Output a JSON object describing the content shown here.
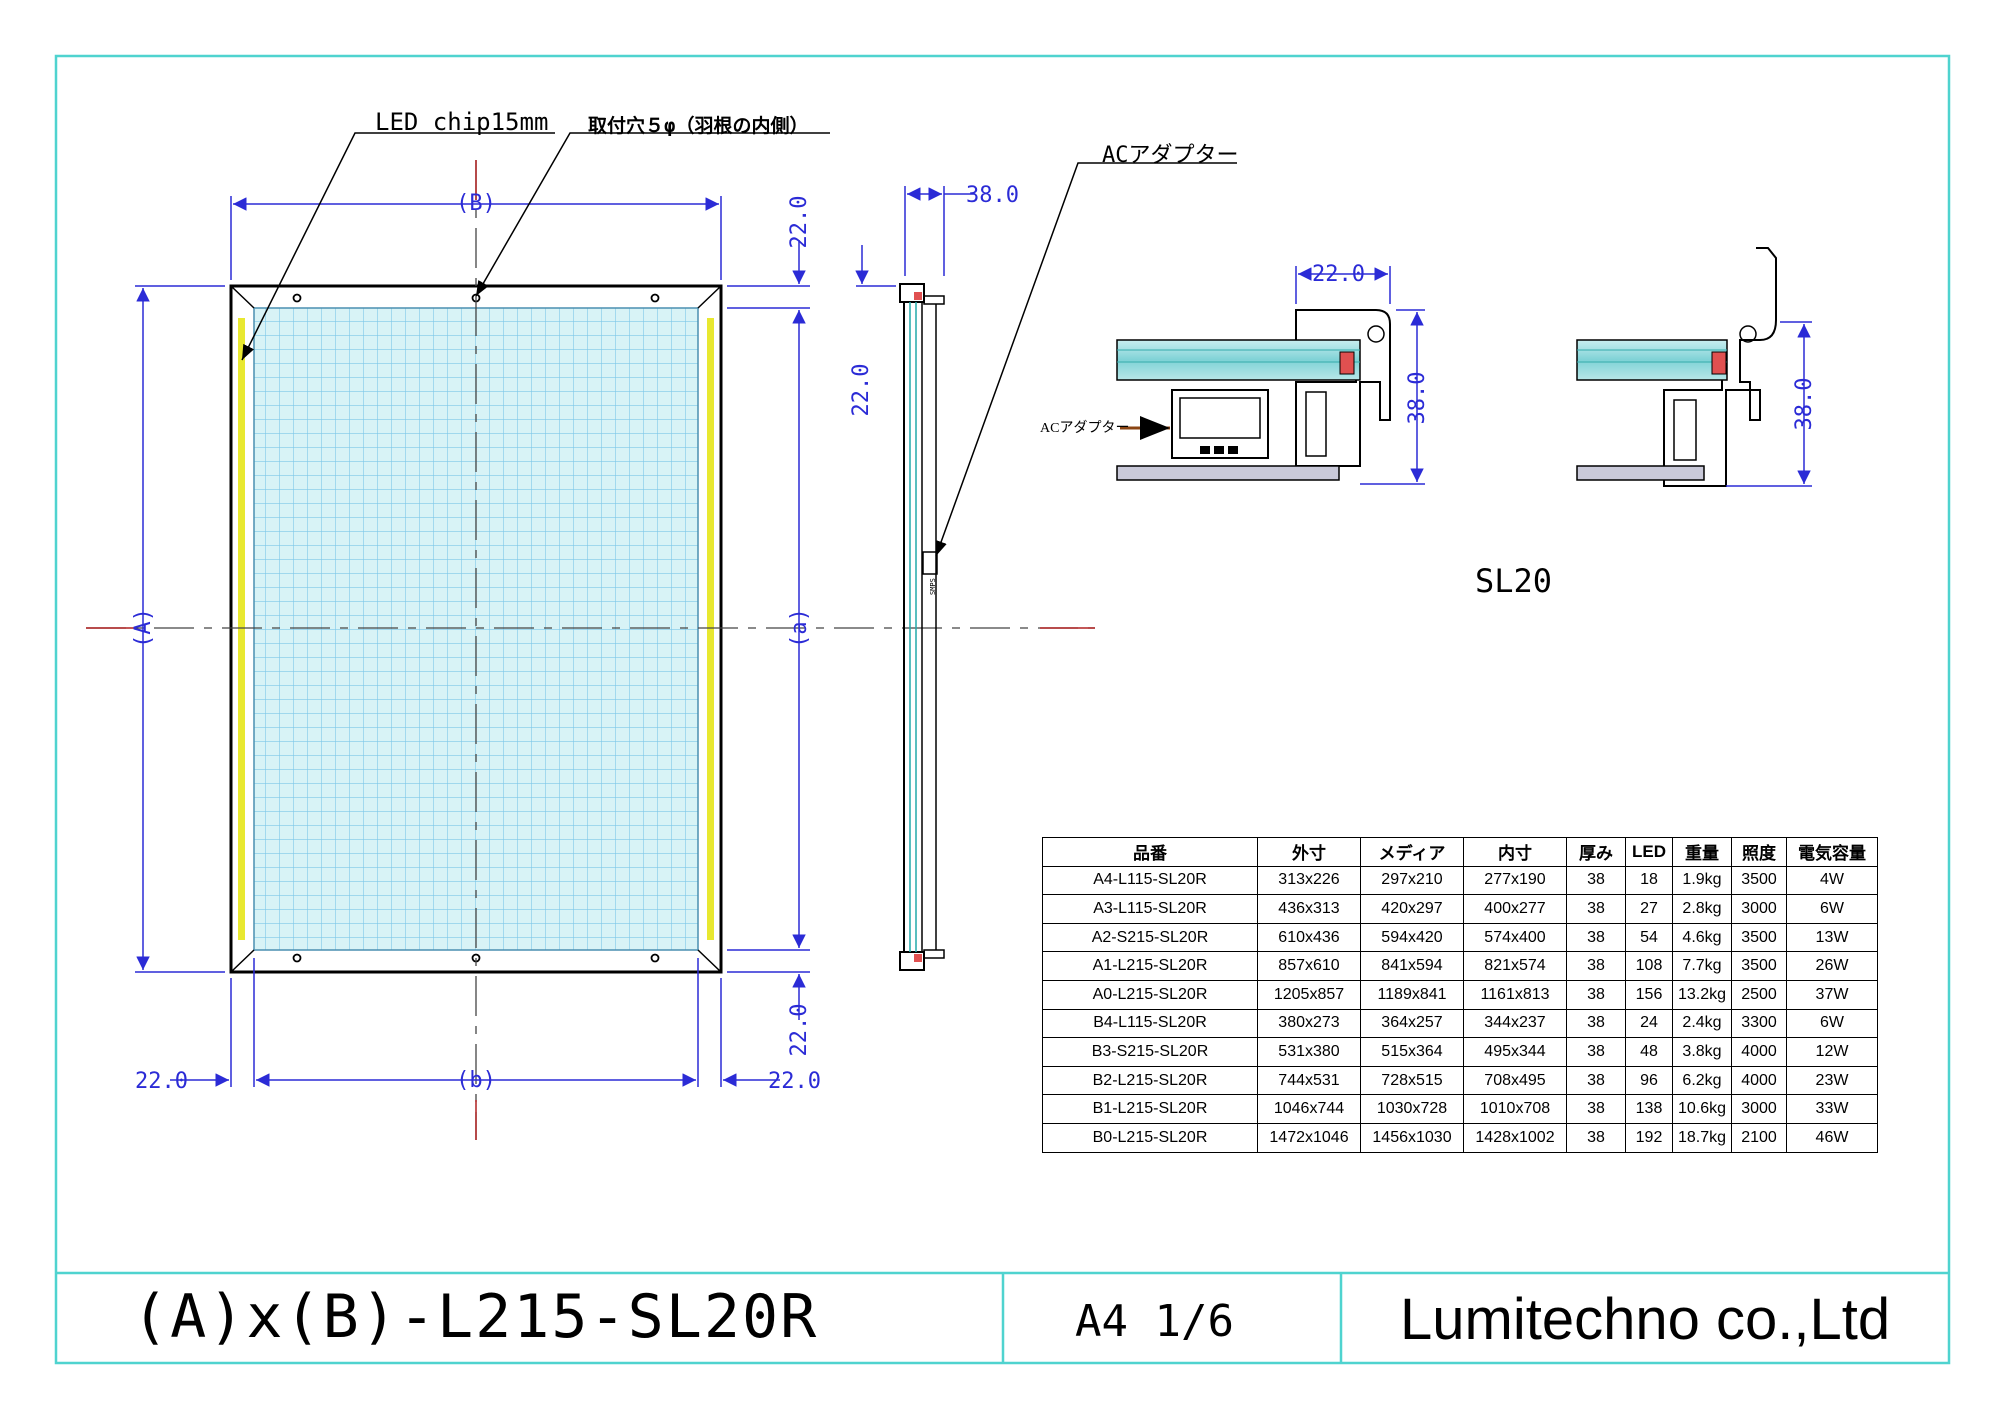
{
  "labels": {
    "led_chip": "LED chip15mm",
    "mount_hole": "取付穴５φ（羽根の内側）",
    "ac_adapter": "ACアダプター",
    "ac_adapter_small": "ACアダプター",
    "dim_B": "(B)",
    "dim_b": "(b)",
    "dim_A": "(A)",
    "dim_a": "(a)",
    "dim_22": "22.0",
    "dim_38": "38.0",
    "smps": "SMPS",
    "section_name": "SL20"
  },
  "title_block": {
    "model": "(A)x(B)-L215-SL20R",
    "sheet": "A4 1/6",
    "company": "Lumitechno co.,Ltd"
  },
  "spec_table": {
    "headers": [
      "品番",
      "外寸",
      "メディア",
      "内寸",
      "厚み",
      "LED",
      "重量",
      "照度",
      "電気容量"
    ],
    "rows": [
      [
        "A4-L115-SL20R",
        "313x226",
        "297x210",
        "277x190",
        "38",
        "18",
        "1.9kg",
        "3500",
        "4W"
      ],
      [
        "A3-L115-SL20R",
        "436x313",
        "420x297",
        "400x277",
        "38",
        "27",
        "2.8kg",
        "3000",
        "6W"
      ],
      [
        "A2-S215-SL20R",
        "610x436",
        "594x420",
        "574x400",
        "38",
        "54",
        "4.6kg",
        "3500",
        "13W"
      ],
      [
        "A1-L215-SL20R",
        "857x610",
        "841x594",
        "821x574",
        "38",
        "108",
        "7.7kg",
        "3500",
        "26W"
      ],
      [
        "A0-L215-SL20R",
        "1205x857",
        "1189x841",
        "1161x813",
        "38",
        "156",
        "13.2kg",
        "2500",
        "37W"
      ],
      [
        "B4-L115-SL20R",
        "380x273",
        "364x257",
        "344x237",
        "38",
        "24",
        "2.4kg",
        "3300",
        "6W"
      ],
      [
        "B3-S215-SL20R",
        "531x380",
        "515x364",
        "495x344",
        "38",
        "48",
        "3.8kg",
        "4000",
        "12W"
      ],
      [
        "B2-L215-SL20R",
        "744x531",
        "728x515",
        "708x495",
        "38",
        "96",
        "6.2kg",
        "4000",
        "23W"
      ],
      [
        "B1-L215-SL20R",
        "1046x744",
        "1030x728",
        "1010x708",
        "38",
        "138",
        "10.6kg",
        "3000",
        "33W"
      ],
      [
        "B0-L215-SL20R",
        "1472x1046",
        "1456x1030",
        "1428x1002",
        "38",
        "192",
        "18.7kg",
        "2100",
        "46W"
      ]
    ]
  },
  "colors": {
    "border": "#4fd3cf",
    "dimension": "#2b2bd6",
    "centerline": "#b02020",
    "grid": "#7ec8e8",
    "panel": "#d8f3f6",
    "led": "#e8e830"
  }
}
